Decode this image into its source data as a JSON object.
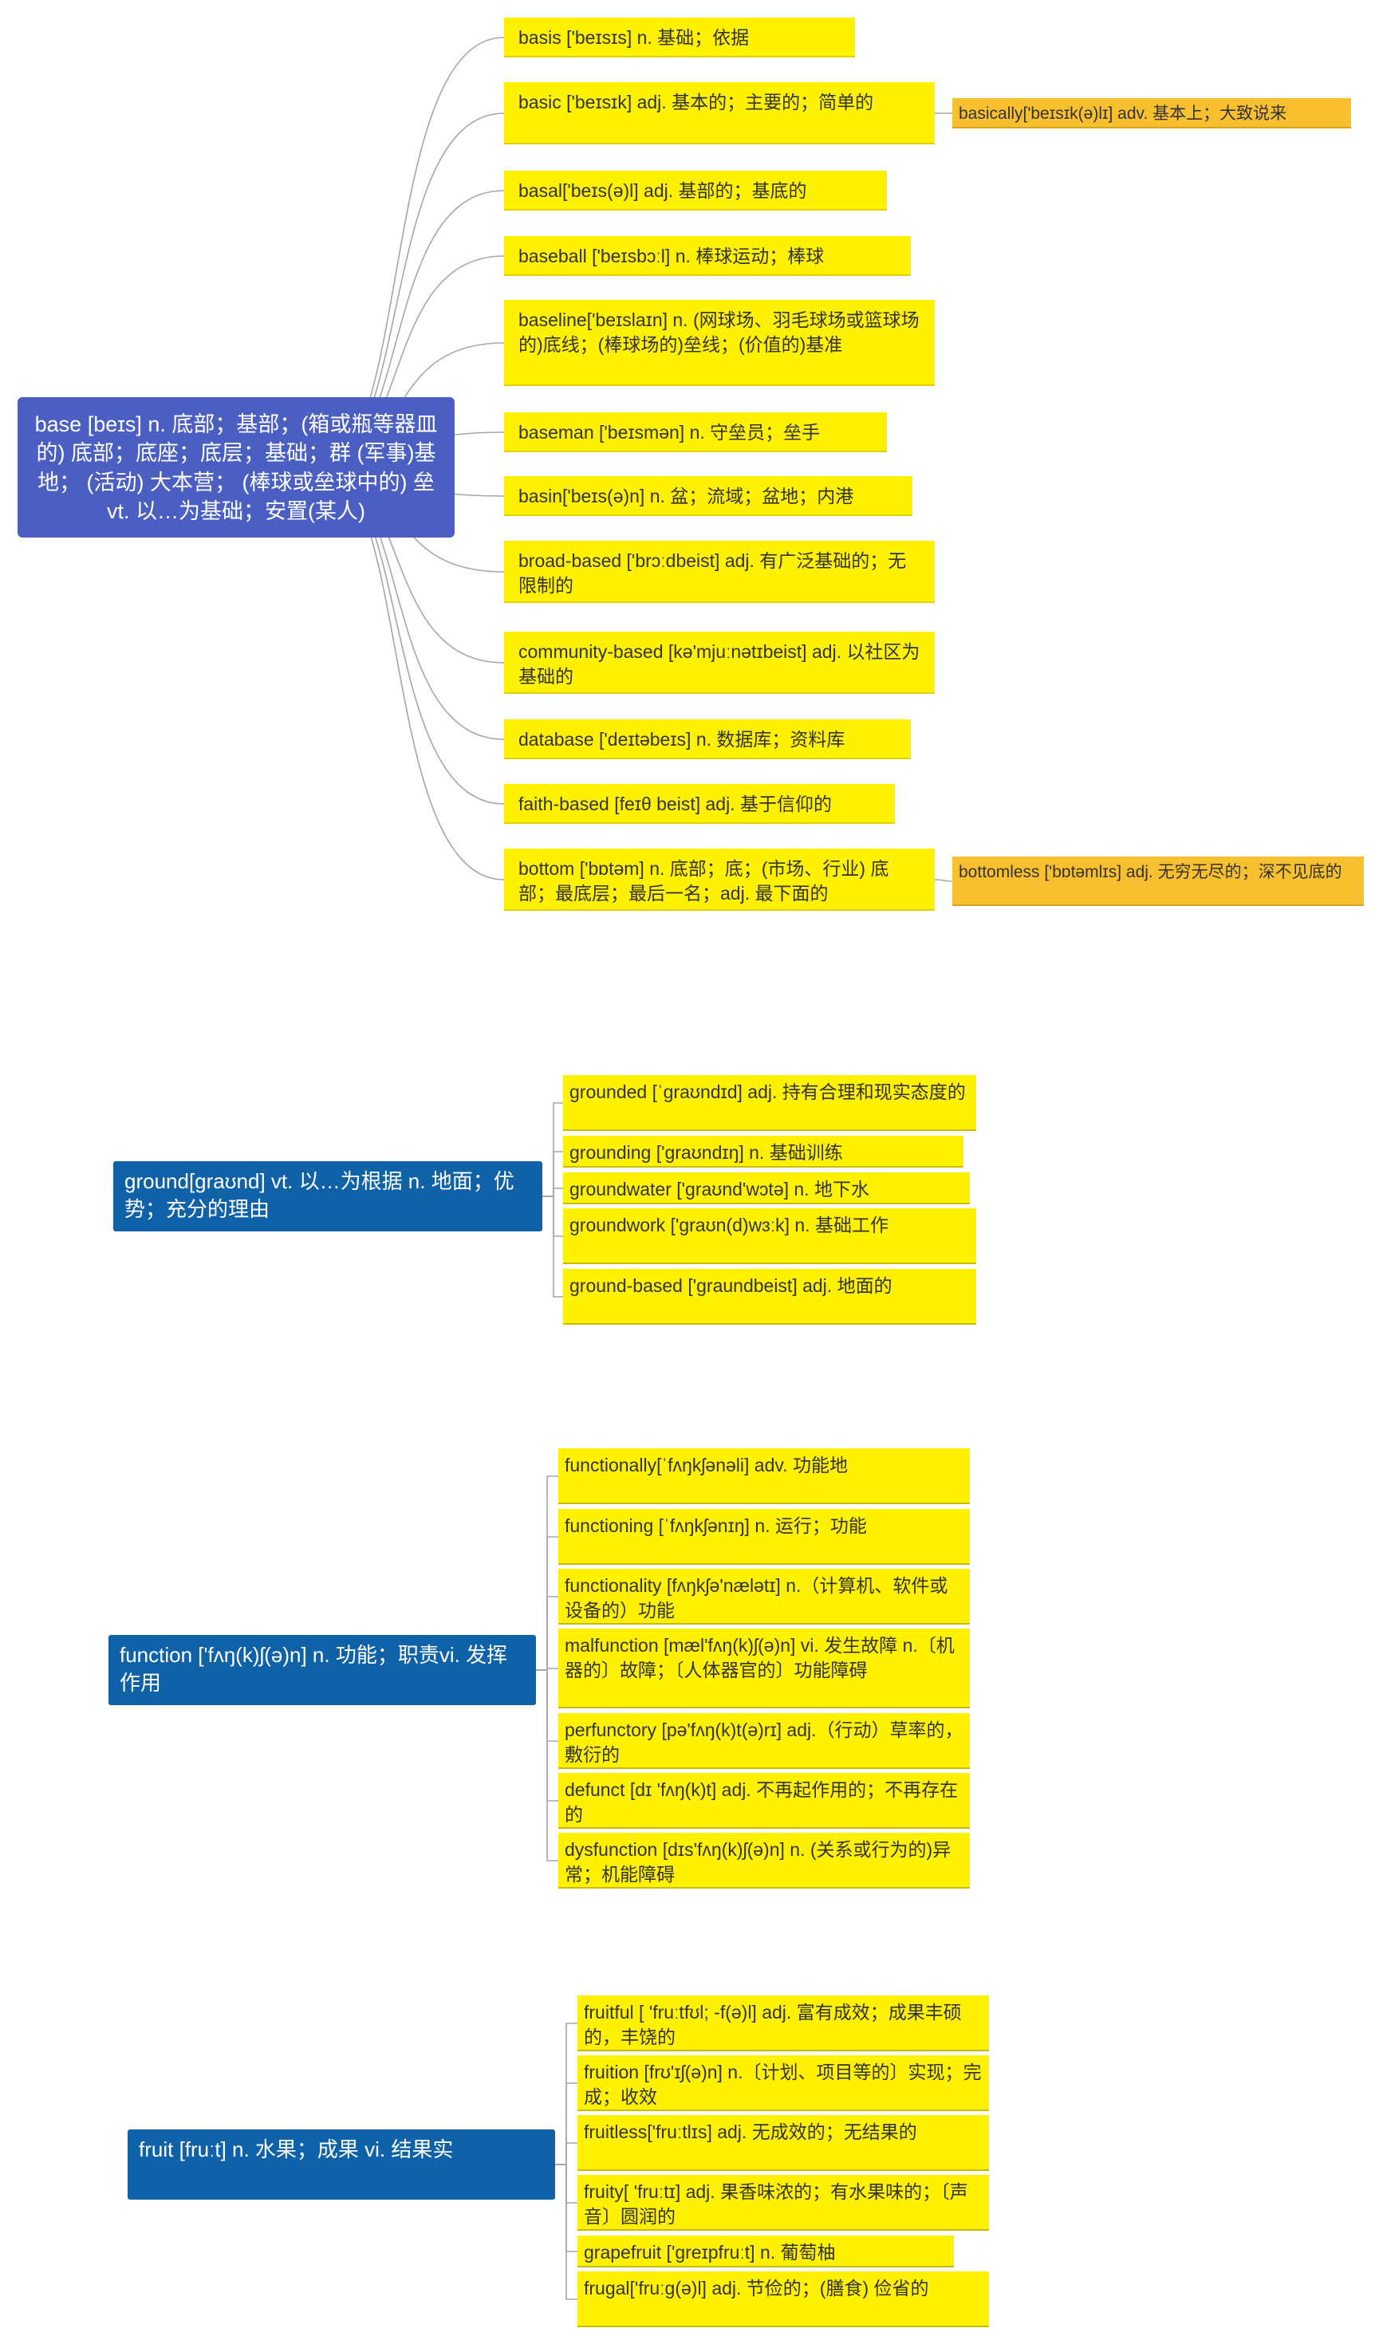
{
  "groups": {
    "base": {
      "root": "base      [beɪs] n. 底部；基部；(箱或瓶等器皿的) 底部；底座；底层；基础；群 (军事)基地； (活动) 大本营； (棒球或垒球中的) 垒vt. 以…为基础；安置(某人)",
      "children": [
        "basis ['beɪsɪs]              n. 基础；依据",
        "basic ['beɪsɪk]      adj. 基本的；主要的；简单的",
        "basal['beɪs(ə)l]        adj. 基部的；基底的",
        "baseball  ['beɪsbɔːl]         n. 棒球运动；棒球",
        "baseline['beɪslaɪn]        n. (网球场、羽毛球场或篮球场的)底线；(棒球场的)垒线；(价值的)基准",
        "baseman ['beɪsmən]        n. 守垒员；垒手",
        "basin['beɪs(ə)n]     n. 盆；流域；盆地；内港",
        "broad-based ['brɔːdbeist]       adj. 有广泛基础的；无限制的",
        "community-based [kə'mjuːnətɪbeist]              adj. 以社区为基础的",
        "database ['deɪtəbeɪs]       n. 数据库；资料库",
        "faith-based [feɪθ beist]    adj. 基于信仰的",
        "bottom ['bɒtəm] n. 底部；底；(市场、行业) 底部；最底层；最后一名；adj. 最下面的"
      ],
      "sub": [
        "basically['beɪsɪk(ə)lɪ]        adv. 基本上；大致说来",
        "bottomless ['bɒtəmlɪs]     adj. 无穷无尽的；深不见底的"
      ]
    },
    "ground": {
      "root": "ground[graʊnd]     vt. 以…为根据 n. 地面；优势；充分的理由",
      "children": [
        "grounded [ˈgraʊndɪd]       adj. 持有合理和现实态度的",
        "grounding ['graʊndɪŋ]                  n. 基础训练",
        "groundwater ['graʊnd'wɔtə]          n. 地下水",
        "groundwork ['graʊn(d)wɜːk]         n. 基础工作",
        "ground-based       ['graundbeist]      adj. 地面的"
      ]
    },
    "function": {
      "root": "function ['fʌŋ(k)ʃ(ə)n]     n. 功能；职责vi. 发挥作用",
      "children": [
        "functionally[ˈfʌŋkʃənəli]                   adv. 功能地",
        "functioning [ˈfʌŋkʃənɪŋ]                 n. 运行；功能",
        "functionality [fʌŋkʃə'nælətɪ]       n.（计算机、软件或设备的）功能",
        "malfunction  [mæl'fʌŋ(k)ʃ(ə)n]        vi. 发生故障 n.〔机器的〕故障；〔人体器官的〕功能障碍",
        "perfunctory [pə'fʌŋ(k)t(ə)rɪ] adj.（行动）草率的，敷衍的",
        "defunct [dɪ   'fʌŋ(k)t]                adj. 不再起作用的；不再存在的",
        "dysfunction [dɪs'fʌŋ(k)ʃ(ə)n]        n. (关系或行为的)异常；机能障碍"
      ]
    },
    "fruit": {
      "root": "fruit [fruːt]                n. 水果；成果 vi. 结果实",
      "children": [
        "fruitful [   'fruːtfʊl; -f(ə)l]        adj. 富有成效；成果丰硕的，丰饶的",
        "fruition [frʊ'ɪʃ(ə)n]       n.〔计划、项目等的〕实现；完成；收效",
        "fruitless['fruːtlɪs]            adj. 无成效的；无结果的",
        "fruity[   'fruːtɪ]            adj. 果香味浓的；有水果味的；〔声音〕圆润的",
        "grapefruit ['greɪpfruːt]              n. 葡萄柚",
        "frugal['fruːg(ə)l]       adj. 节俭的；(膳食) 俭省的"
      ]
    }
  },
  "colors": {
    "root_base": "#4a5fc1",
    "root_other": "#0f62a8",
    "leaf": "#fff200",
    "sub_leaf": "#f8c02f",
    "connector": "#a6a6a6"
  }
}
